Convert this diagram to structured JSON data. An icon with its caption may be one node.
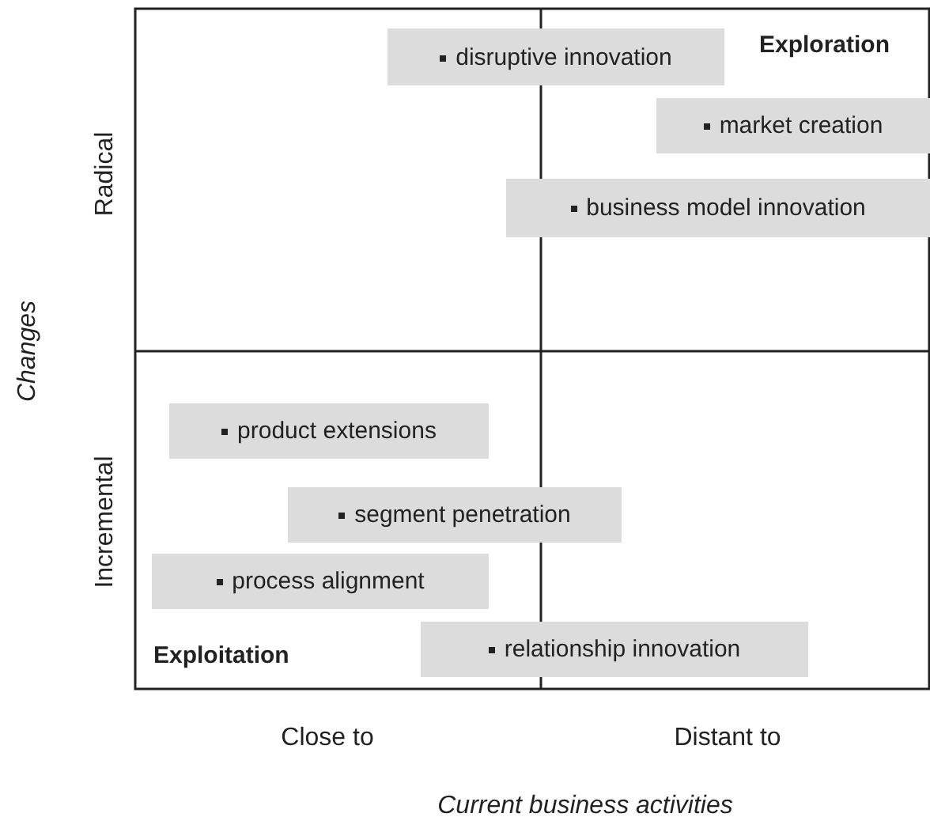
{
  "diagram": {
    "nodes": [
      {
        "text": [
          "disruptive innovation"
        ]
      },
      {
        "text": [
          "market creation"
        ]
      },
      {
        "text": [
          "business model innovation"
        ]
      },
      {
        "text": [
          "product extensions"
        ]
      },
      {
        "text": [
          "segment penetration"
        ]
      },
      {
        "text": [
          "process alignment"
        ]
      },
      {
        "text": [
          "relationship innovation"
        ]
      }
    ],
    "edges": [],
    "labels": [
      "Exploration",
      "Radical",
      "Changes",
      "Incremental",
      "Exploitation",
      "Close to",
      "Distant to",
      "Current business activities"
    ]
  }
}
